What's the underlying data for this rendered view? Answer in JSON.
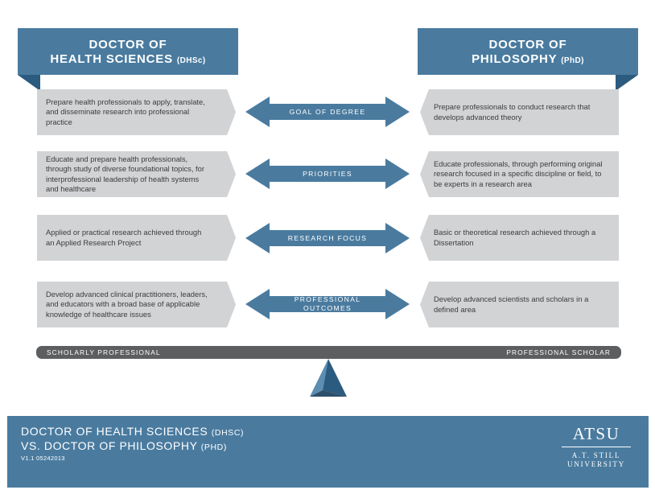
{
  "header_left": {
    "title": "DOCTOR OF",
    "title2": "HEALTH SCIENCES",
    "abbr": "(DHSc)"
  },
  "header_right": {
    "title": "DOCTOR OF",
    "title2": "PHILOSOPHY",
    "abbr": "(PhD)"
  },
  "rows": [
    {
      "left": "Prepare health professionals to apply, translate, and disseminate research into professional practice",
      "label": "GOAL OF DEGREE",
      "right": "Prepare professionals to conduct research that develops advanced theory"
    },
    {
      "left": "Educate and prepare health professionals, through study of diverse foundational topics, for interprofessional leadership of health systems and healthcare",
      "label": "PRIORITIES",
      "right": "Educate professionals, through performing original research focused in a specific discipline or field, to be experts in a research area"
    },
    {
      "left": "Applied or practical research achieved through an Applied Research Project",
      "label": "RESEARCH FOCUS",
      "right": "Basic or theoretical research achieved through a Dissertation"
    },
    {
      "left": "Develop advanced clinical practitioners, leaders, and educators with a broad base of applicable knowledge of healthcare issues",
      "label": "PROFESSIONAL OUTCOMES",
      "right": "Develop advanced scientists and scholars in a defined area"
    }
  ],
  "spectrum": {
    "left": "SCHOLARLY PROFESSIONAL",
    "right": "PROFESSIONAL SCHOLAR"
  },
  "footer": {
    "line1": "DOCTOR OF HEALTH SCIENCES",
    "line1_abbr": "(DHSC)",
    "line2": "VS. DOCTOR OF PHILOSOPHY",
    "line2_abbr": "(PHD)",
    "version": "V1.1 05242013",
    "logo_big": "ATSU",
    "logo_line1": "A.T. STILL",
    "logo_line2": "UNIVERSITY"
  },
  "colors": {
    "brand_blue": "#4a7b9f",
    "dark_blue": "#2b5b7e",
    "box_gray": "#d2d3d5",
    "bar_gray": "#5d5e60"
  },
  "icons": [
    "double-arrow-icon",
    "fulcrum-triangle-icon"
  ]
}
